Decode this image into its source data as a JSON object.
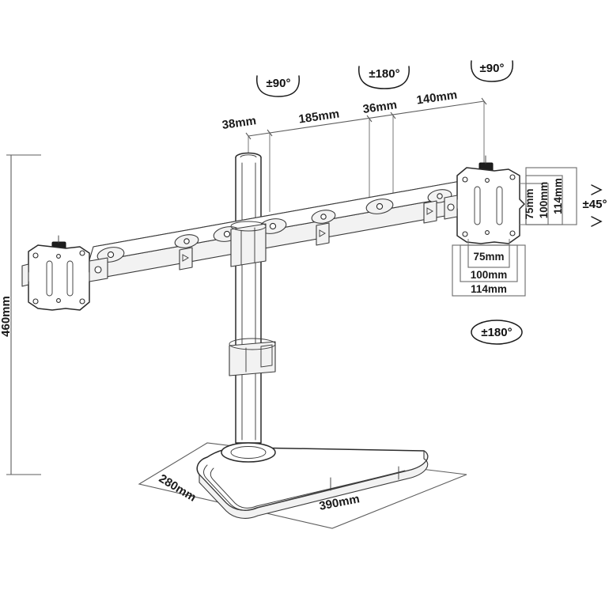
{
  "drawing": {
    "title": "Dual Monitor Desk Mount Dimension Drawing",
    "background_color": "#ffffff",
    "line_color": "#2b2b2b",
    "dimension_color": "#5d5d5d",
    "text_color": "#1a1a1a"
  },
  "dimensions": {
    "top": [
      {
        "id": "pole-diameter",
        "label": "38mm"
      },
      {
        "id": "inner-arm-segment",
        "label": "185mm"
      },
      {
        "id": "joint-segment",
        "label": "36mm"
      },
      {
        "id": "outer-arm-segment",
        "label": "140mm"
      }
    ],
    "left": {
      "id": "overall-height",
      "label": "460mm"
    },
    "base": [
      {
        "id": "base-depth",
        "label": "280mm"
      },
      {
        "id": "base-width",
        "label": "390mm"
      }
    ]
  },
  "vesa": {
    "right_vertical": [
      {
        "id": "vesa-v-75",
        "label": "75mm"
      },
      {
        "id": "vesa-v-100",
        "label": "100mm"
      },
      {
        "id": "vesa-v-114",
        "label": "114mm"
      }
    ],
    "right_horizontal": [
      {
        "id": "vesa-h-75",
        "label": "75mm"
      },
      {
        "id": "vesa-h-100",
        "label": "100mm"
      },
      {
        "id": "vesa-h-114",
        "label": "114mm"
      }
    ]
  },
  "rotation_badges": [
    {
      "id": "badge-left-arm-swivel",
      "label": "±90°",
      "style": "arc-down"
    },
    {
      "id": "badge-center-rotation",
      "label": "±180°",
      "style": "arc-down"
    },
    {
      "id": "badge-right-arm-swivel",
      "label": "±90°",
      "style": "arc-down"
    },
    {
      "id": "badge-screen-tilt",
      "label": "±45°",
      "style": "arrows"
    },
    {
      "id": "badge-screen-rotation",
      "label": "±180°",
      "style": "ellipse"
    }
  ]
}
